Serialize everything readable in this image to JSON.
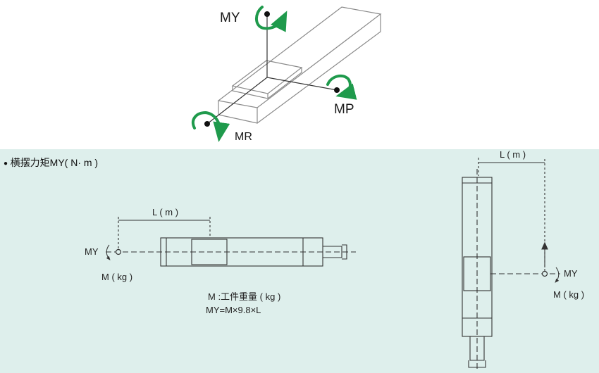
{
  "colors": {
    "panel_bg": "#deefec",
    "arrow_green": "#1f9a4c",
    "line": "#333333"
  },
  "top_figure": {
    "label_my": "MY",
    "label_mp": "MP",
    "label_mr": "MR"
  },
  "section": {
    "bullet": "●",
    "title": "横摆力矩MY( N· m )"
  },
  "left_figure": {
    "distance_label": "L ( m )",
    "moment_label": "MY",
    "mass_label": "M ( kg )",
    "note_line1": "M :工件重量 ( kg )",
    "note_line2": "MY=M×9.8×L"
  },
  "right_figure": {
    "distance_label": "L ( m )",
    "moment_label": "MY",
    "mass_label": "M ( kg )"
  }
}
